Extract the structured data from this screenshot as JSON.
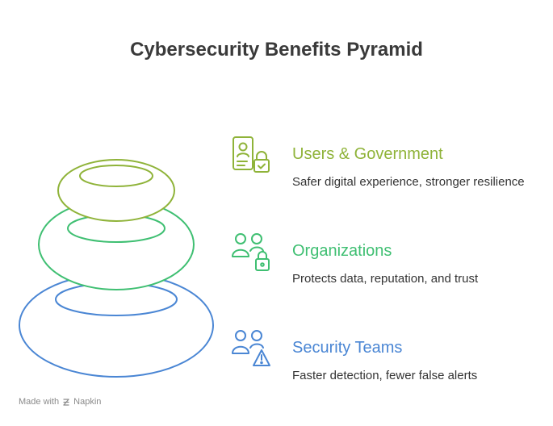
{
  "title": "Cybersecurity Benefits Pyramid",
  "colors": {
    "users_government": "#8fb339",
    "organizations": "#3fbf72",
    "security_teams": "#4a86d4"
  },
  "tiers": [
    {
      "heading": "Users & Government",
      "description": "Safer digital experience, stronger resilience",
      "icon": "user-badge-lock-icon",
      "color": "#8fb339"
    },
    {
      "heading": "Organizations",
      "description": "Protects data, reputation, and trust",
      "icon": "users-lock-icon",
      "color": "#3fbf72"
    },
    {
      "heading": "Security Teams",
      "description": "Faster detection, fewer false alerts",
      "icon": "users-warning-icon",
      "color": "#4a86d4"
    }
  ],
  "footer": {
    "made_with": "Made with",
    "brand": "Napkin"
  }
}
